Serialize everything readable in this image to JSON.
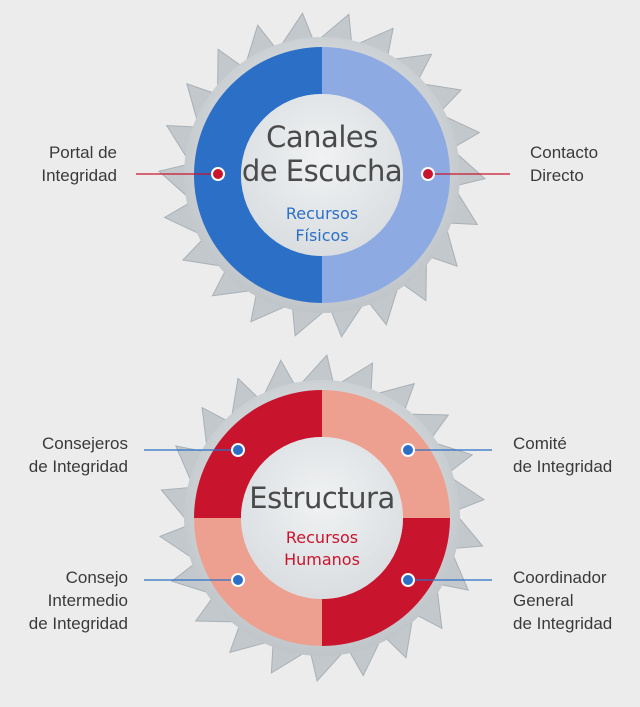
{
  "colors": {
    "background": "#ececec",
    "saw_teeth": "#c2c8cc",
    "disc_face": "#d9dde0",
    "center_disc": "#e3e6e8",
    "blue_dark": "#2b6fc6",
    "blue_light": "#8eaae2",
    "red_dark": "#c9142e",
    "red_light": "#eea090",
    "leader_red": "#c9142e",
    "leader_blue": "#2b6fc6",
    "title_gray": "#4a4a4a",
    "label_gray": "#3a3a3a"
  },
  "top_wheel": {
    "title": "Canales\nde Escucha",
    "subtitle": "Recursos\nFísicos",
    "subtitle_color": "#2b6fc6",
    "left_label": "Portal de\nIntegridad",
    "right_label": "Contacto\nDirecto"
  },
  "bottom_wheel": {
    "title": "Estructura",
    "subtitle": "Recursos\nHumanos",
    "subtitle_color": "#c9142e",
    "top_left_label": "Consejeros\nde Integridad",
    "top_right_label": "Comité\nde Integridad",
    "bottom_left_label": "Consejo\nIntermedio\nde Integridad",
    "bottom_right_label": "Coordinador\nGeneral\nde Integridad"
  }
}
